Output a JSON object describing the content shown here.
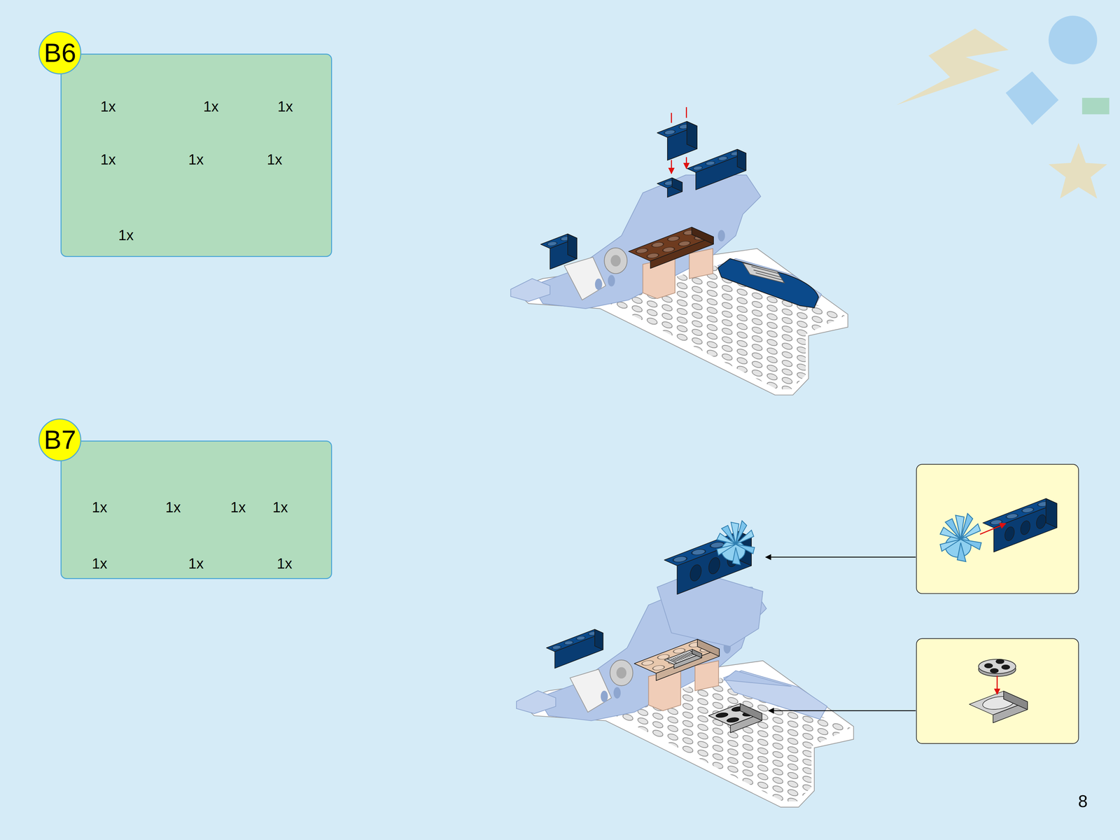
{
  "diagram": {
    "nodes": [
      {
        "text": [
          "B6"
        ]
      },
      {
        "text": [
          "1x",
          "1x",
          "1x",
          "1x",
          "1x",
          "1x",
          "1x"
        ]
      },
      {
        "text": [
          "B7"
        ]
      },
      {
        "text": [
          "1x",
          "1x",
          "1x",
          "1x",
          "1x",
          "1x",
          "1x"
        ]
      }
    ],
    "labels": [
      "8"
    ]
  }
}
